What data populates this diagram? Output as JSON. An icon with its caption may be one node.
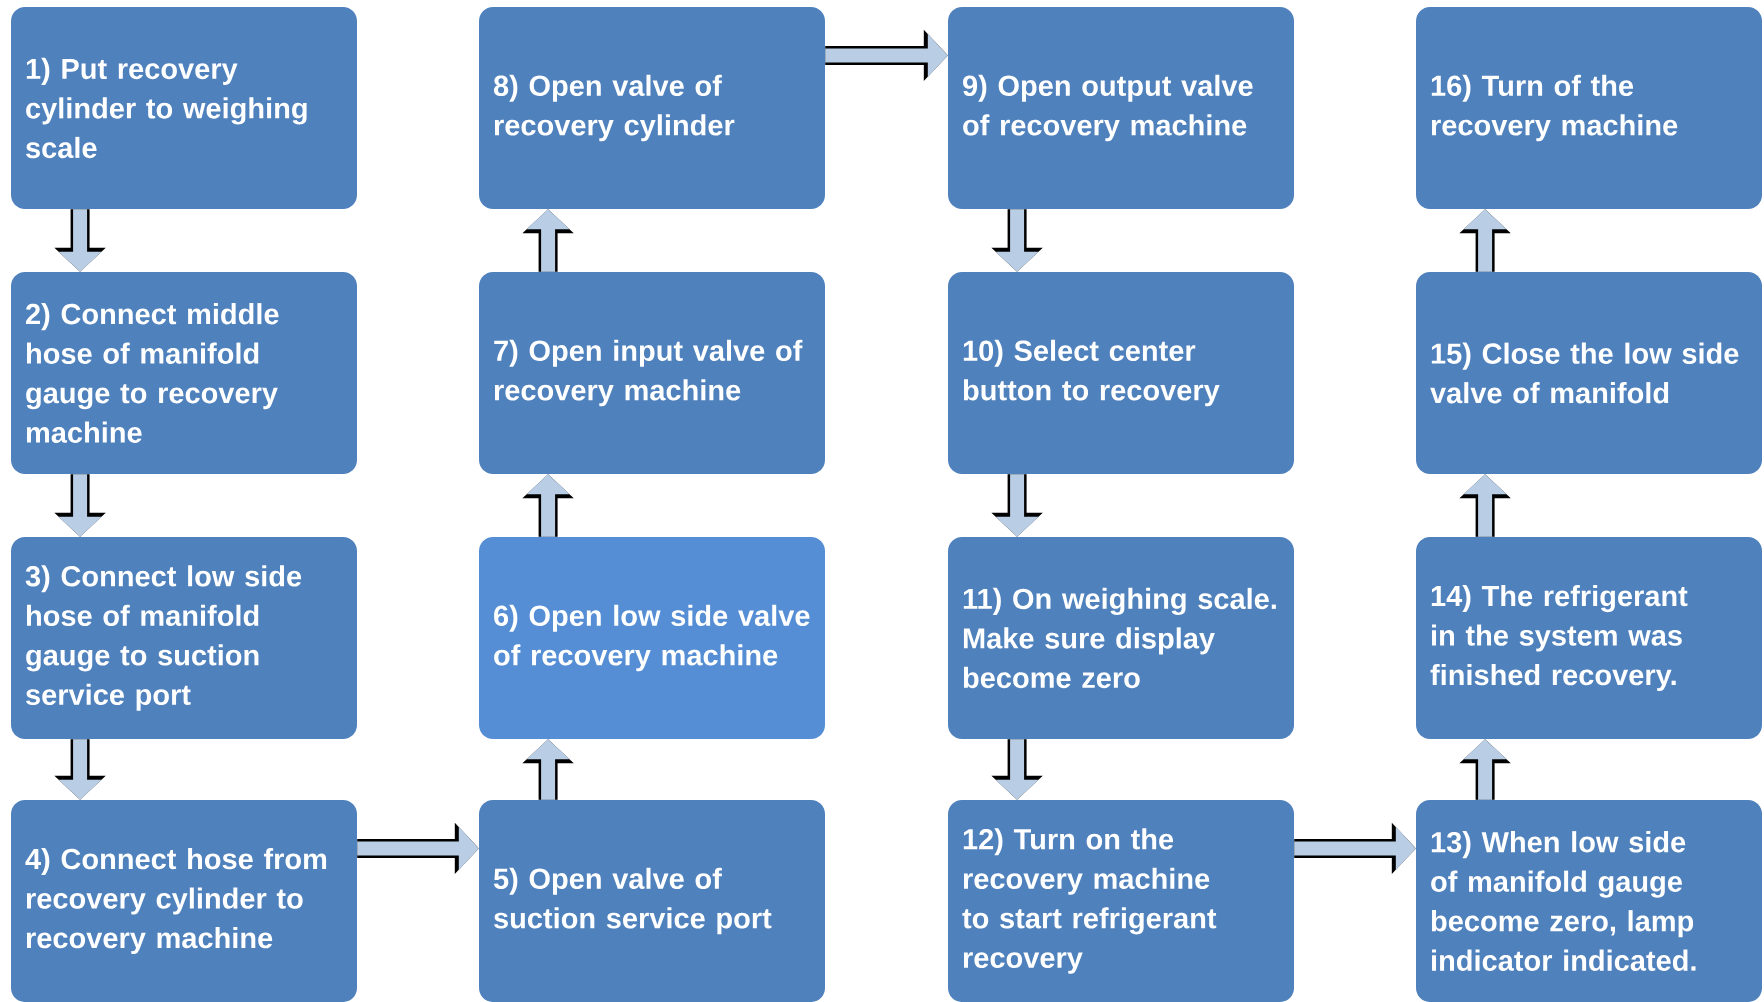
{
  "diagram": {
    "nodes": [
      {
        "text": [
          "1) Put recovery cylinder to weighing scale"
        ]
      },
      {
        "text": [
          "2) Connect middle hose of manifold gauge to recovery machine"
        ]
      },
      {
        "text": [
          "3) Connect low side hose of manifold gauge to suction service port"
        ]
      },
      {
        "text": [
          "4) Connect hose from recovery cylinder to recovery machine"
        ]
      },
      {
        "text": [
          "5) Open valve of suction service port"
        ]
      },
      {
        "text": [
          "6) Open low side valve of recovery machine"
        ]
      },
      {
        "text": [
          "7) Open input valve of recovery machine"
        ]
      },
      {
        "text": [
          "8) Open valve of recovery cylinder"
        ]
      },
      {
        "text": [
          "9) Open output valve of recovery machine"
        ]
      },
      {
        "text": [
          "10) Select center button to recovery"
        ]
      },
      {
        "text": [
          "11) On weighing scale. Make sure display become zero"
        ]
      },
      {
        "text": [
          "12) Turn on the recovery machine to start refrigerant recovery"
        ]
      },
      {
        "text": [
          "13) When low side of manifold gauge become zero, lamp indicator indicated."
        ]
      },
      {
        "text": [
          "14) The refrigerant in the system was finished recovery."
        ]
      },
      {
        "text": [
          "15) Close the low side valve of manifold"
        ]
      },
      {
        "text": [
          "16) Turn of the recovery machine"
        ]
      }
    ],
    "edges": [
      {
        "from": 0,
        "to": 1,
        "arrow": "to"
      },
      {
        "from": 1,
        "to": 2,
        "arrow": "to"
      },
      {
        "from": 2,
        "to": 3,
        "arrow": "to"
      },
      {
        "from": 3,
        "to": 4,
        "arrow": "to"
      },
      {
        "from": 4,
        "to": 5,
        "arrow": "to"
      },
      {
        "from": 5,
        "to": 6,
        "arrow": "to"
      },
      {
        "from": 6,
        "to": 7,
        "arrow": "to"
      },
      {
        "from": 7,
        "to": 8,
        "arrow": "to"
      },
      {
        "from": 8,
        "to": 9,
        "arrow": "to"
      },
      {
        "from": 9,
        "to": 10,
        "arrow": "to"
      },
      {
        "from": 10,
        "to": 11,
        "arrow": "to"
      },
      {
        "from": 11,
        "to": 12,
        "arrow": "to"
      },
      {
        "from": 12,
        "to": 13,
        "arrow": "to"
      },
      {
        "from": 13,
        "to": 14,
        "arrow": "to"
      },
      {
        "from": 14,
        "to": 15,
        "arrow": "to"
      }
    ]
  }
}
